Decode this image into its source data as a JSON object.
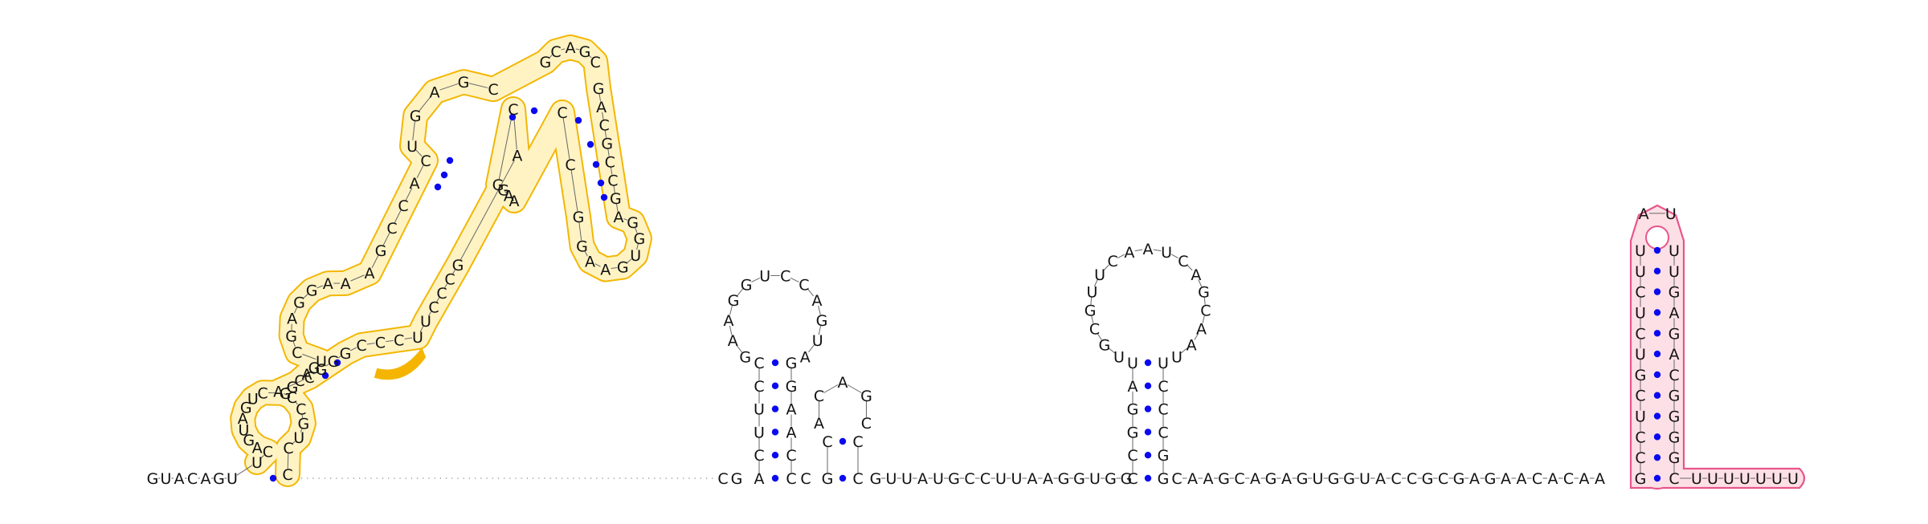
{
  "colors": {
    "pair_dot": "#0a0af0",
    "highlight_orange_fill": "#fff3c4",
    "highlight_orange_stroke": "#f2b705",
    "highlight_pink_fill": "#fde0e6",
    "highlight_pink_stroke": "#e8558b",
    "accent_orange": "#f4b400"
  },
  "backbone_left": [
    "G",
    "U",
    "A",
    "C",
    "A",
    "G",
    "U"
  ],
  "hairpin1": {
    "left_strand": [
      "U",
      "C",
      "A",
      "G",
      "U",
      "A",
      "G",
      "U",
      "C",
      "G",
      "G",
      "C",
      "A",
      "G",
      "U",
      "C",
      "G",
      "A",
      "G",
      "G",
      "A",
      "A",
      "A",
      "G",
      "C",
      "C",
      "A",
      "C",
      "U",
      "G",
      "A",
      "G",
      "C"
    ],
    "right_strand": [
      "C",
      "C",
      "U",
      "G",
      "C",
      "C",
      "A",
      "C",
      "G",
      "G",
      "G",
      "C",
      "C",
      "C",
      "U",
      "U",
      "C",
      "C",
      "C",
      "G",
      "A",
      "C",
      "G",
      "G",
      "A",
      "A"
    ],
    "loop_top": [
      "G",
      "C",
      "A",
      "G",
      "C"
    ],
    "loop_right": [
      "G",
      "A",
      "C",
      "G",
      "C",
      "C",
      "G",
      "A",
      "G",
      "G",
      "U",
      "G",
      "A",
      "A",
      "G",
      "G",
      "C",
      "C"
    ]
  },
  "hairpin2": {
    "stem_left": [
      "A",
      "C",
      "U",
      "U",
      "C",
      "C"
    ],
    "stem_right": [
      "C",
      "C",
      "A",
      "A",
      "G",
      "G"
    ],
    "loop": [
      "G",
      "A",
      "A",
      "G",
      "G",
      "U",
      "C",
      "C",
      "A",
      "G",
      "U",
      "A"
    ]
  },
  "hairpin3": {
    "stem_left": [
      "G",
      "C"
    ],
    "stem_right": [
      "C",
      "C"
    ],
    "loop": [
      "A",
      "C",
      "A",
      "G",
      "C"
    ]
  },
  "linker1": [
    "G",
    "U",
    "U",
    "A",
    "U",
    "G",
    "C",
    "C",
    "U",
    "U",
    "A",
    "A",
    "G",
    "G",
    "U",
    "G",
    "G"
  ],
  "hairpin4": {
    "stem_left": [
      "C",
      "C",
      "G",
      "G",
      "A",
      "U"
    ],
    "stem_right": [
      "G",
      "G",
      "C",
      "C",
      "C",
      "U"
    ],
    "loop": [
      "U",
      "G",
      "C",
      "G",
      "U",
      "U",
      "C",
      "A",
      "A",
      "U",
      "C",
      "A",
      "G",
      "C",
      "A",
      "A",
      "U"
    ]
  },
  "linker2": [
    "C",
    "A",
    "A",
    "G",
    "C",
    "A",
    "G",
    "A",
    "G",
    "U",
    "G",
    "G",
    "U",
    "A",
    "C",
    "C",
    "G",
    "C",
    "G",
    "A",
    "G",
    "A",
    "A",
    "C",
    "A",
    "C",
    "A",
    "A"
  ],
  "hairpin5": {
    "stem_left": [
      "G",
      "C",
      "C",
      "U",
      "C",
      "G",
      "U",
      "C",
      "U",
      "C",
      "U",
      "U"
    ],
    "stem_right": [
      "C",
      "G",
      "G",
      "G",
      "G",
      "C",
      "A",
      "G",
      "A",
      "G",
      "U",
      "U"
    ],
    "loop": [
      "A",
      "U"
    ]
  },
  "tail": [
    "U",
    "U",
    "U",
    "U",
    "U",
    "U",
    "U"
  ]
}
